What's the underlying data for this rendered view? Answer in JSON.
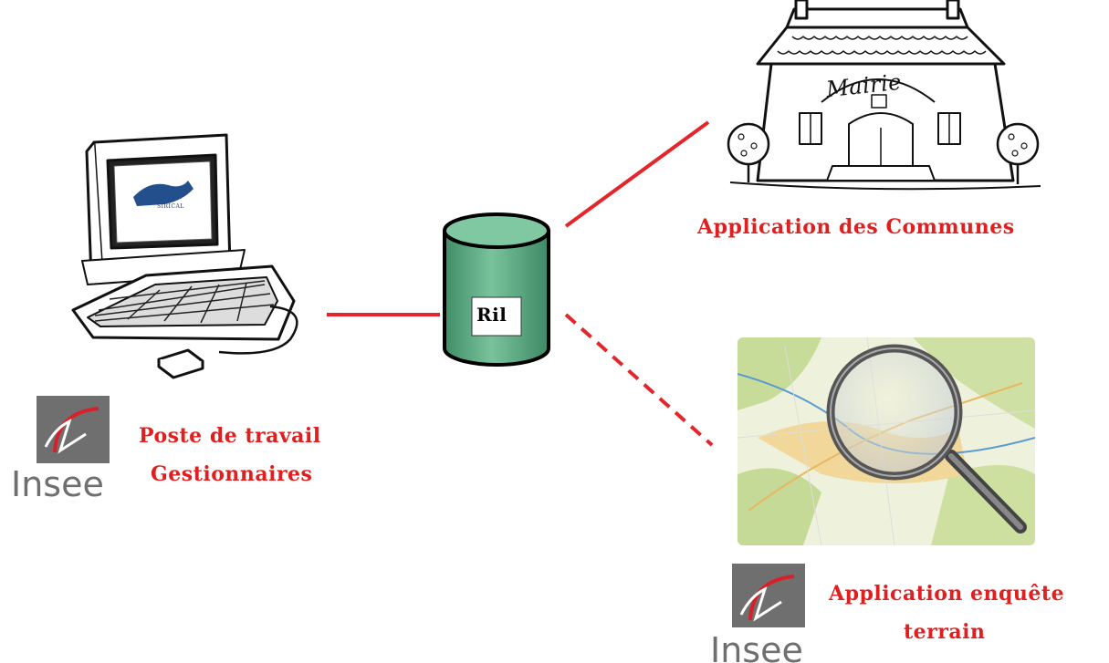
{
  "colors": {
    "accent_red": "#e02020",
    "connector_red": "#e3262b",
    "cylinder_green": "#5aa884",
    "insee_grey": "#6f6f6f",
    "insee_red": "#d8202a"
  },
  "database": {
    "label": "Ril"
  },
  "workstation": {
    "label_line1": "Poste de travail",
    "label_line2": "Gestionnaires",
    "screen_text": "SIRICAL"
  },
  "communes": {
    "label": "Application des Communes",
    "building_sign": "Mairie"
  },
  "survey": {
    "label_line1": "Application enquête",
    "label_line2": "terrain"
  },
  "logo": {
    "text": "Insee"
  }
}
